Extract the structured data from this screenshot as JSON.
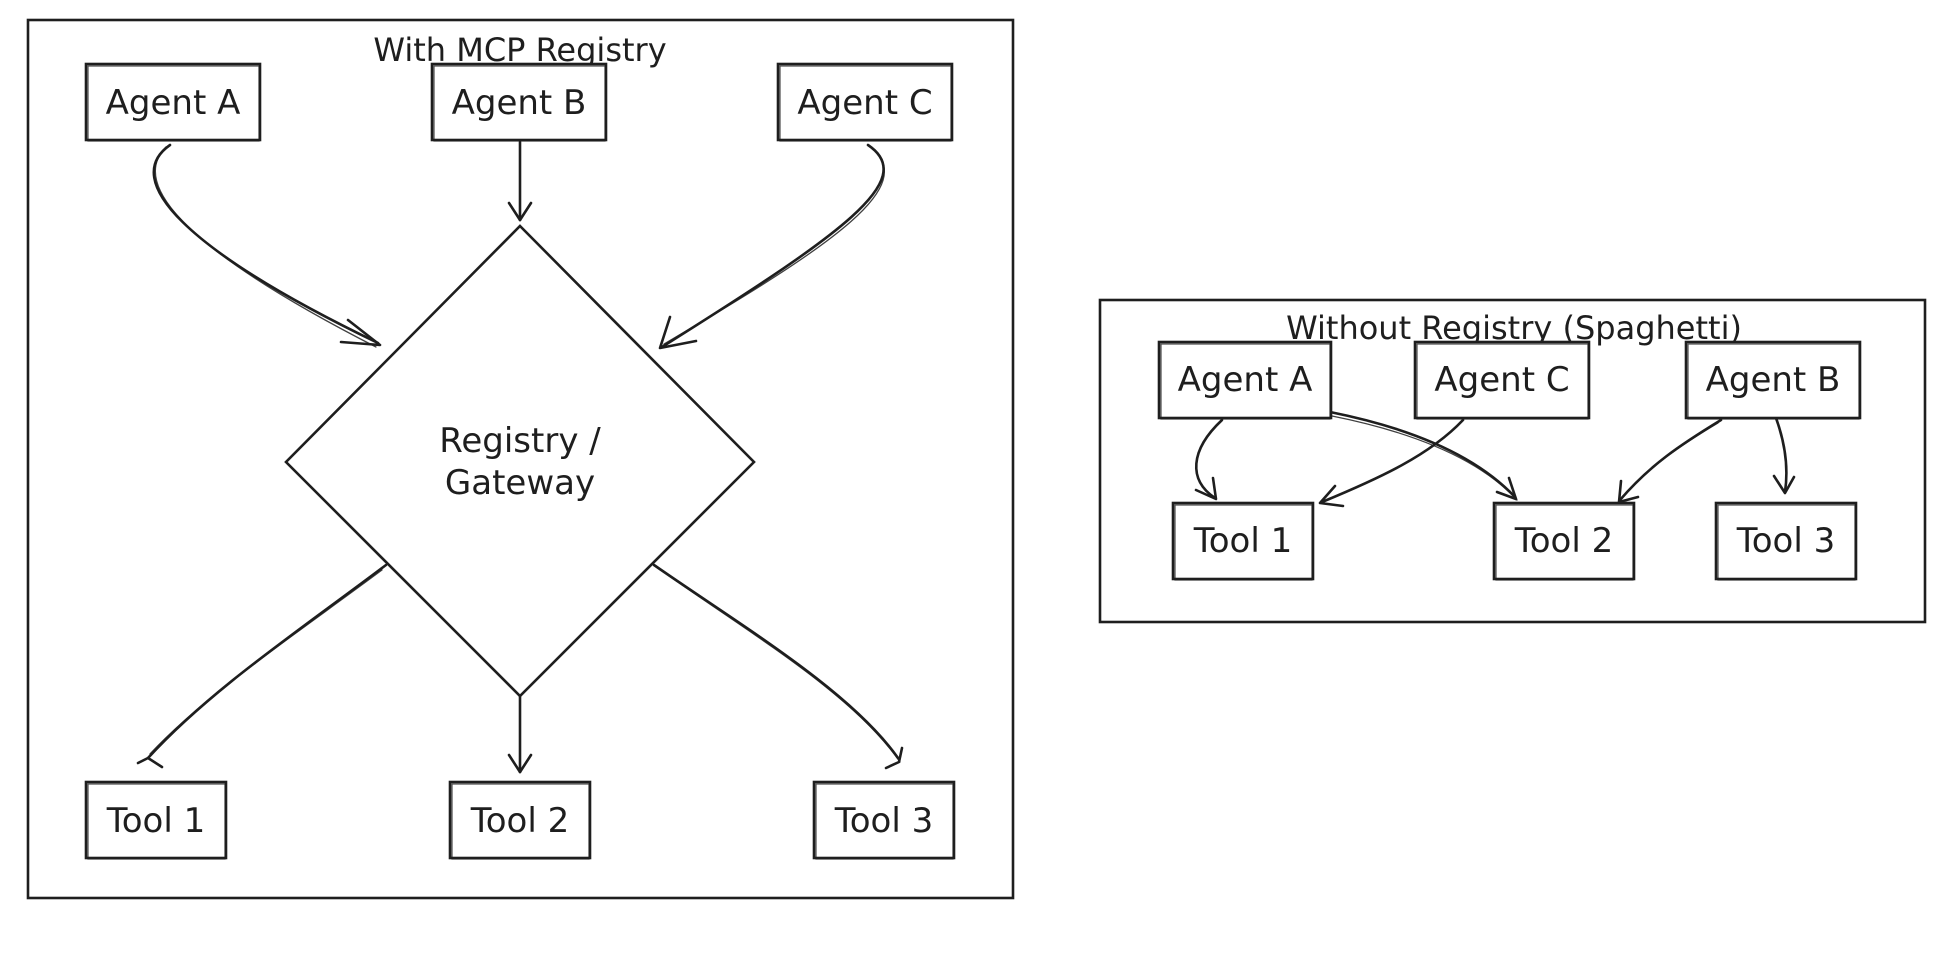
{
  "left_panel": {
    "title": "With MCP Registry",
    "agents": [
      "Agent A",
      "Agent B",
      "Agent C"
    ],
    "hub": {
      "line1": "Registry /",
      "line2": "Gateway"
    },
    "tools": [
      "Tool 1",
      "Tool 2",
      "Tool 3"
    ]
  },
  "right_panel": {
    "title": "Without Registry (Spaghetti)",
    "agents": [
      "Agent A",
      "Agent C",
      "Agent B"
    ],
    "tools": [
      "Tool 1",
      "Tool 2",
      "Tool 3"
    ]
  },
  "colors": {
    "stroke": "#1e1e1e",
    "background": "#ffffff"
  }
}
